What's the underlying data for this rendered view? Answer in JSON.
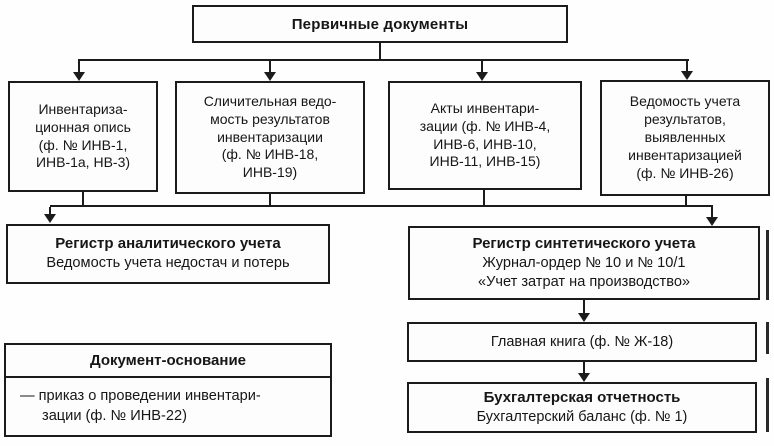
{
  "colors": {
    "ink": "#1b1b1b",
    "background": "#fefefe"
  },
  "diagram": {
    "root": {
      "label": "Первичные документы"
    },
    "sources": [
      {
        "text": "Инвентариза-\nционная опись\n(ф. № ИНВ-1,\nИНВ-1а, НВ-3)"
      },
      {
        "text": "Сличительная ведо-\nмость результатов\nинвентаризации\n(ф. № ИНВ-18,\nИНВ-19)"
      },
      {
        "text": "Акты инвентари-\nзации (ф. № ИНВ-4,\nИНВ-6, ИНВ-10,\nИНВ-11, ИНВ-15)"
      },
      {
        "text": "Ведомость учета\nрезультатов,\nвыявленных\nинвентаризацией\n(ф. № ИНВ-26)"
      }
    ],
    "analytic_register": {
      "title": "Регистр аналитического учета",
      "body": "Ведомость учета недостач и потерь"
    },
    "synthetic_register": {
      "title": "Регистр синтетического учета",
      "body": "Журнал-ордер № 10 и № 10/1\n«Учет затрат на производство»"
    },
    "general_ledger": {
      "text": "Главная книга (ф. № Ж-18)"
    },
    "reporting": {
      "title": "Бухгалтерская отчетность",
      "body": "Бухгалтерский баланс (ф. № 1)"
    },
    "document_basis": {
      "title": "Документ-основание",
      "body": "— приказ о проведении инвентари-\nзации (ф. № ИНВ-22)"
    }
  }
}
